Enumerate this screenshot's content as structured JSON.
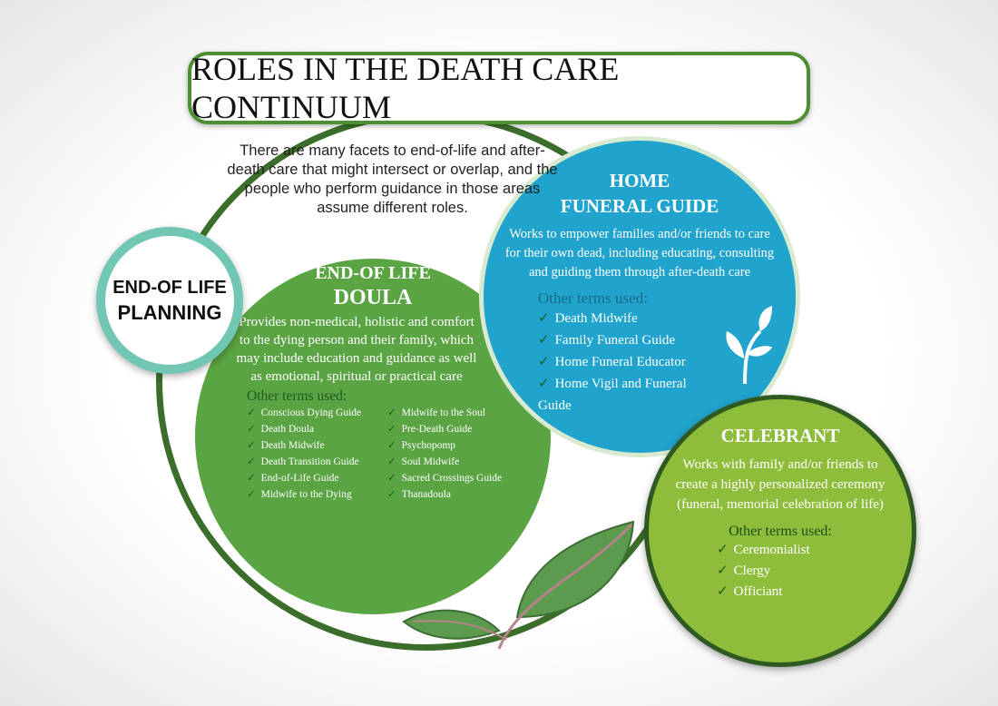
{
  "title": "ROLES IN THE DEATH CARE CONTINUUM",
  "intro": "There are many facets to end-of-life and after-death care that might intersect or overlap, and the people who perform guidance in those areas assume different roles.",
  "planning": {
    "line1": "END-OF LIFE",
    "line2": "PLANNING"
  },
  "doula": {
    "heading1": "END-OF LIFE",
    "heading2": "DOULA",
    "description": "Provides non-medical, holistic and comfort to the dying person and their family, which may include education and guidance as well as emotional, spiritual or practical care",
    "other_label": "Other terms used:",
    "terms_left": [
      "Conscious Dying Guide",
      "Death Doula",
      "Death Midwife",
      "Death Transition Guide",
      "End-of-Life Guide",
      "Midwife to the Dying"
    ],
    "terms_right": [
      "Midwife to the Soul",
      "Pre-Death Guide",
      "Psychopomp",
      "Soul Midwife",
      "Sacred Crossings Guide",
      "Thanadoula"
    ]
  },
  "home": {
    "heading1": "HOME",
    "heading2": "FUNERAL GUIDE",
    "description": "Works to empower families and/or friends to care for their own dead, including educating, consulting and guiding them through after-death care",
    "other_label": "Other terms used:",
    "terms": [
      "Death Midwife",
      "Family Funeral Guide",
      "Home Funeral Educator",
      "Home Vigil and Funeral Guide"
    ]
  },
  "celebrant": {
    "heading": "CELEBRANT",
    "description": "Works with family and/or friends to create a highly personalized ceremony (funeral, memorial celebration of life)",
    "other_label": "Other terms used:",
    "terms": [
      "Ceremonialist",
      "Clergy",
      "Officiant"
    ]
  },
  "check": "✓",
  "colors": {
    "doula": "#5ba443",
    "home": "#20a3cc",
    "celebrant": "#8ebd3b",
    "ring": "#3b6e2a",
    "planning_border": "#72c7b4"
  }
}
